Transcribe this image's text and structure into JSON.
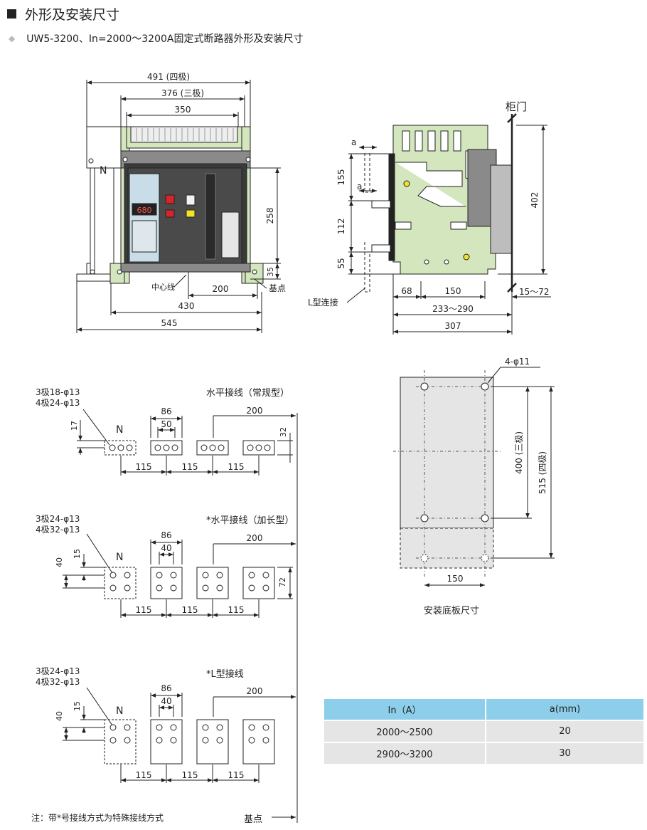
{
  "header": {
    "title": "外形及安装尺寸",
    "subtitle": "UW5-3200、In=2000～3200A固定式断路器外形及安装尺寸"
  },
  "front_view": {
    "dim_491": "491 (四极)",
    "dim_376": "376 (三极)",
    "dim_350": "350",
    "dim_258": "258",
    "dim_35": "35",
    "dim_200": "200",
    "dim_430": "430",
    "dim_545": "545",
    "label_n": "N",
    "label_center": "中心线",
    "label_base": "基点",
    "display_value": "680"
  },
  "side_view": {
    "label_door": "柜门",
    "dim_a": "a",
    "dim_155": "155",
    "dim_a2": "a",
    "dim_112": "112",
    "dim_55": "55",
    "dim_402": "402",
    "dim_68": "68",
    "dim_150": "150",
    "dim_15_72": "15～72",
    "dim_233_290": "233～290",
    "dim_307": "307",
    "label_l_conn": "L型连接"
  },
  "mount_plate": {
    "label_holes": "4-φ11",
    "dim_400": "400 (三极)",
    "dim_515": "515 (四极)",
    "dim_150": "150",
    "caption": "安装底板尺寸"
  },
  "terminal_1": {
    "spec_3p": "3极18-φ13",
    "spec_4p": "4极24-φ13",
    "title": "水平接线（常规型）",
    "dim_86": "86",
    "dim_50": "50",
    "dim_200": "200",
    "dim_17": "17",
    "dim_32": "32",
    "label_n": "N",
    "dim_115a": "115",
    "dim_115b": "115",
    "dim_115c": "115"
  },
  "terminal_2": {
    "spec_3p": "3极24-φ13",
    "spec_4p": "4极32-φ13",
    "title": "*水平接线（加长型）",
    "dim_86": "86",
    "dim_40": "40",
    "dim_200": "200",
    "dim_15": "15",
    "dim_40v": "40",
    "dim_72": "72",
    "label_n": "N",
    "dim_115a": "115",
    "dim_115b": "115",
    "dim_115c": "115"
  },
  "terminal_3": {
    "spec_3p": "3极24-φ13",
    "spec_4p": "4极32-φ13",
    "title": "*L型接线",
    "dim_86": "86",
    "dim_40": "40",
    "dim_200": "200",
    "dim_15": "15",
    "dim_40v": "40",
    "label_n": "N",
    "dim_115a": "115",
    "dim_115b": "115",
    "dim_115c": "115"
  },
  "table": {
    "headers": [
      "In（A）",
      "a(mm)"
    ],
    "rows": [
      [
        "2000～2500",
        "20"
      ],
      [
        "2900～3200",
        "30"
      ]
    ]
  },
  "footer": {
    "note": "注：带*号接线方式为特殊接线方式",
    "base_point": "基点"
  },
  "colors": {
    "device_green": "#d3e6bd",
    "device_gray": "#8a8a8a",
    "panel_dark": "#3a3a3a",
    "table_header": "#8dcfea",
    "table_row": "#e5e5e5"
  }
}
